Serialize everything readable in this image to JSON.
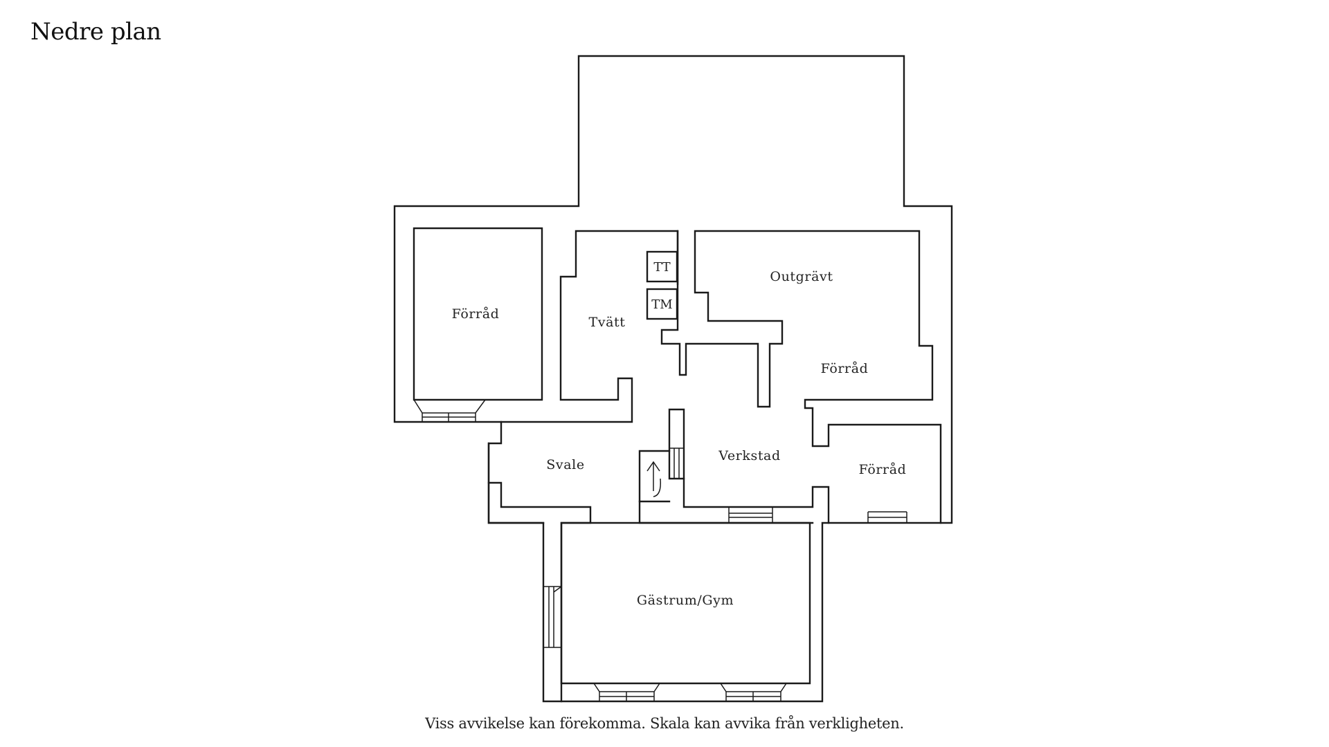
{
  "title": "Nedre plan",
  "rooms": {
    "forrad_left": "Förråd",
    "tvatt": "Tvätt",
    "outgravt": "Outgrävt",
    "forrad_mid": "Förråd",
    "svale": "Svale",
    "verkstad": "Verkstad",
    "forrad_right": "Förråd",
    "gastrum": "Gästrum/Gym"
  },
  "appliances": {
    "tt": "TT",
    "tm": "TM"
  },
  "disclaimer": "Viss avvikelse kan förekomma. Skala kan avvika från verkligheten."
}
